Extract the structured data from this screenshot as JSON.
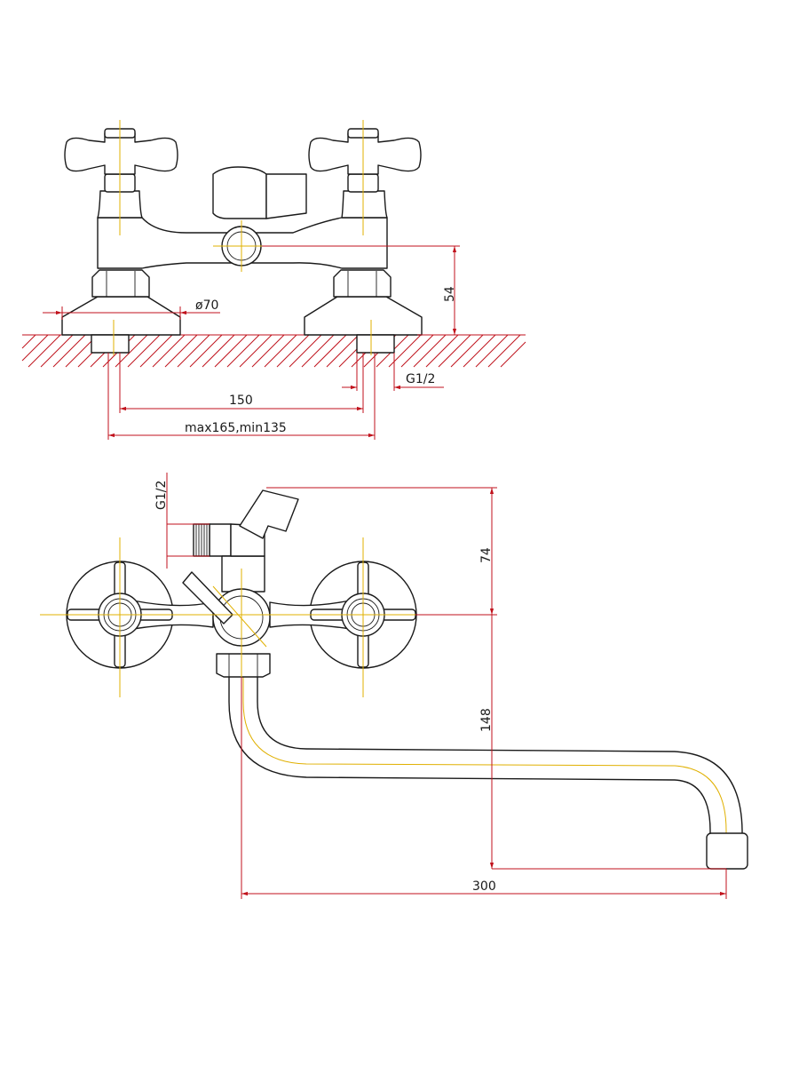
{
  "top_view": {
    "dim_height": "54",
    "dim_diameter": "ø70",
    "dim_thread": "G1/2",
    "dim_spacing": "150",
    "dim_range": "max165,min135"
  },
  "front_view": {
    "dim_thread": "G1/2",
    "dim_upper": "74",
    "dim_lower": "148",
    "dim_reach": "300"
  },
  "colors": {
    "outline": "#1a1a1a",
    "dimension": "#c0121c",
    "centerline": "#e0b000"
  }
}
